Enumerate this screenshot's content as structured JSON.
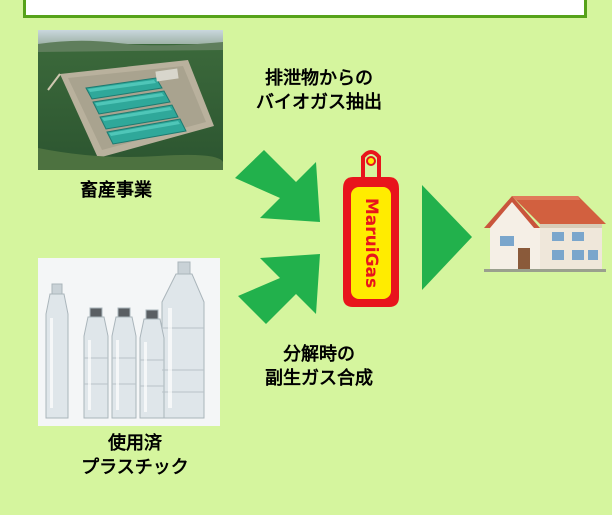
{
  "sources": {
    "livestock": {
      "label": "畜産事業"
    },
    "plastic": {
      "label_line1": "使用済",
      "label_line2": "プラスチック"
    }
  },
  "processes": {
    "biogas": {
      "line1": "排泄物からの",
      "line2": "バイオガス抽出"
    },
    "synthesis": {
      "line1": "分解時の",
      "line2": "副生ガス合成"
    }
  },
  "product": {
    "tag_text": "MaruiGas"
  },
  "colors": {
    "background": "#d5f59e",
    "arrow": "#22b14c",
    "tag_red": "#e8141c",
    "tag_yellow": "#ffec00",
    "frame_green": "#56a21a"
  }
}
